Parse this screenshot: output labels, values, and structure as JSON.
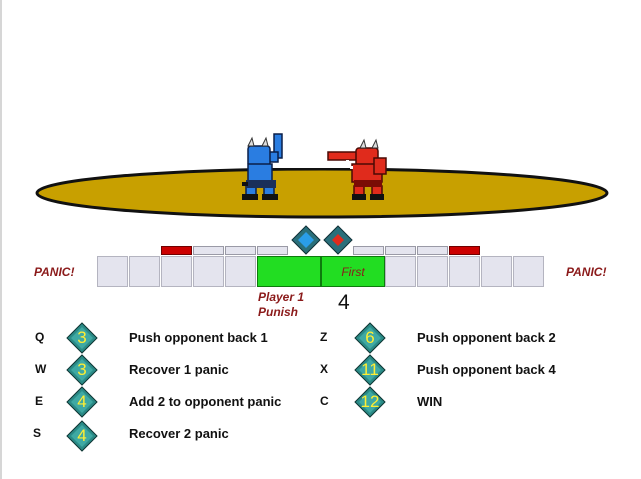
{
  "panic_left": "PANIC!",
  "panic_right": "PANIC!",
  "center_marker": "First",
  "status": {
    "line1": "Player 1",
    "line2": "Punish"
  },
  "counter": "4",
  "actions": [
    {
      "key": "Q",
      "dice": "3",
      "label": "Push opponent back 1"
    },
    {
      "key": "W",
      "dice": "3",
      "label": "Recover 1 panic"
    },
    {
      "key": "E",
      "dice": "4",
      "label": "Add 2 to opponent panic"
    },
    {
      "key": "S",
      "dice": "4",
      "label": "Recover 2 panic"
    },
    {
      "key": "Z",
      "dice": "6",
      "label": "Push opponent back 2"
    },
    {
      "key": "X",
      "dice": "11",
      "label": "Push opponent back 4"
    },
    {
      "key": "C",
      "dice": "12",
      "label": "WIN"
    }
  ],
  "colors": {
    "arena": "#c8a000",
    "player_blue": "#2a7de1",
    "player_red": "#e02b1c",
    "active_zone": "#22dd22",
    "panic_text": "#8b1a1a",
    "panic_mark": "#cc0000"
  },
  "icons": [
    "blue-diamond-icon",
    "red-diamond-icon",
    "dice-diamond-icon"
  ]
}
